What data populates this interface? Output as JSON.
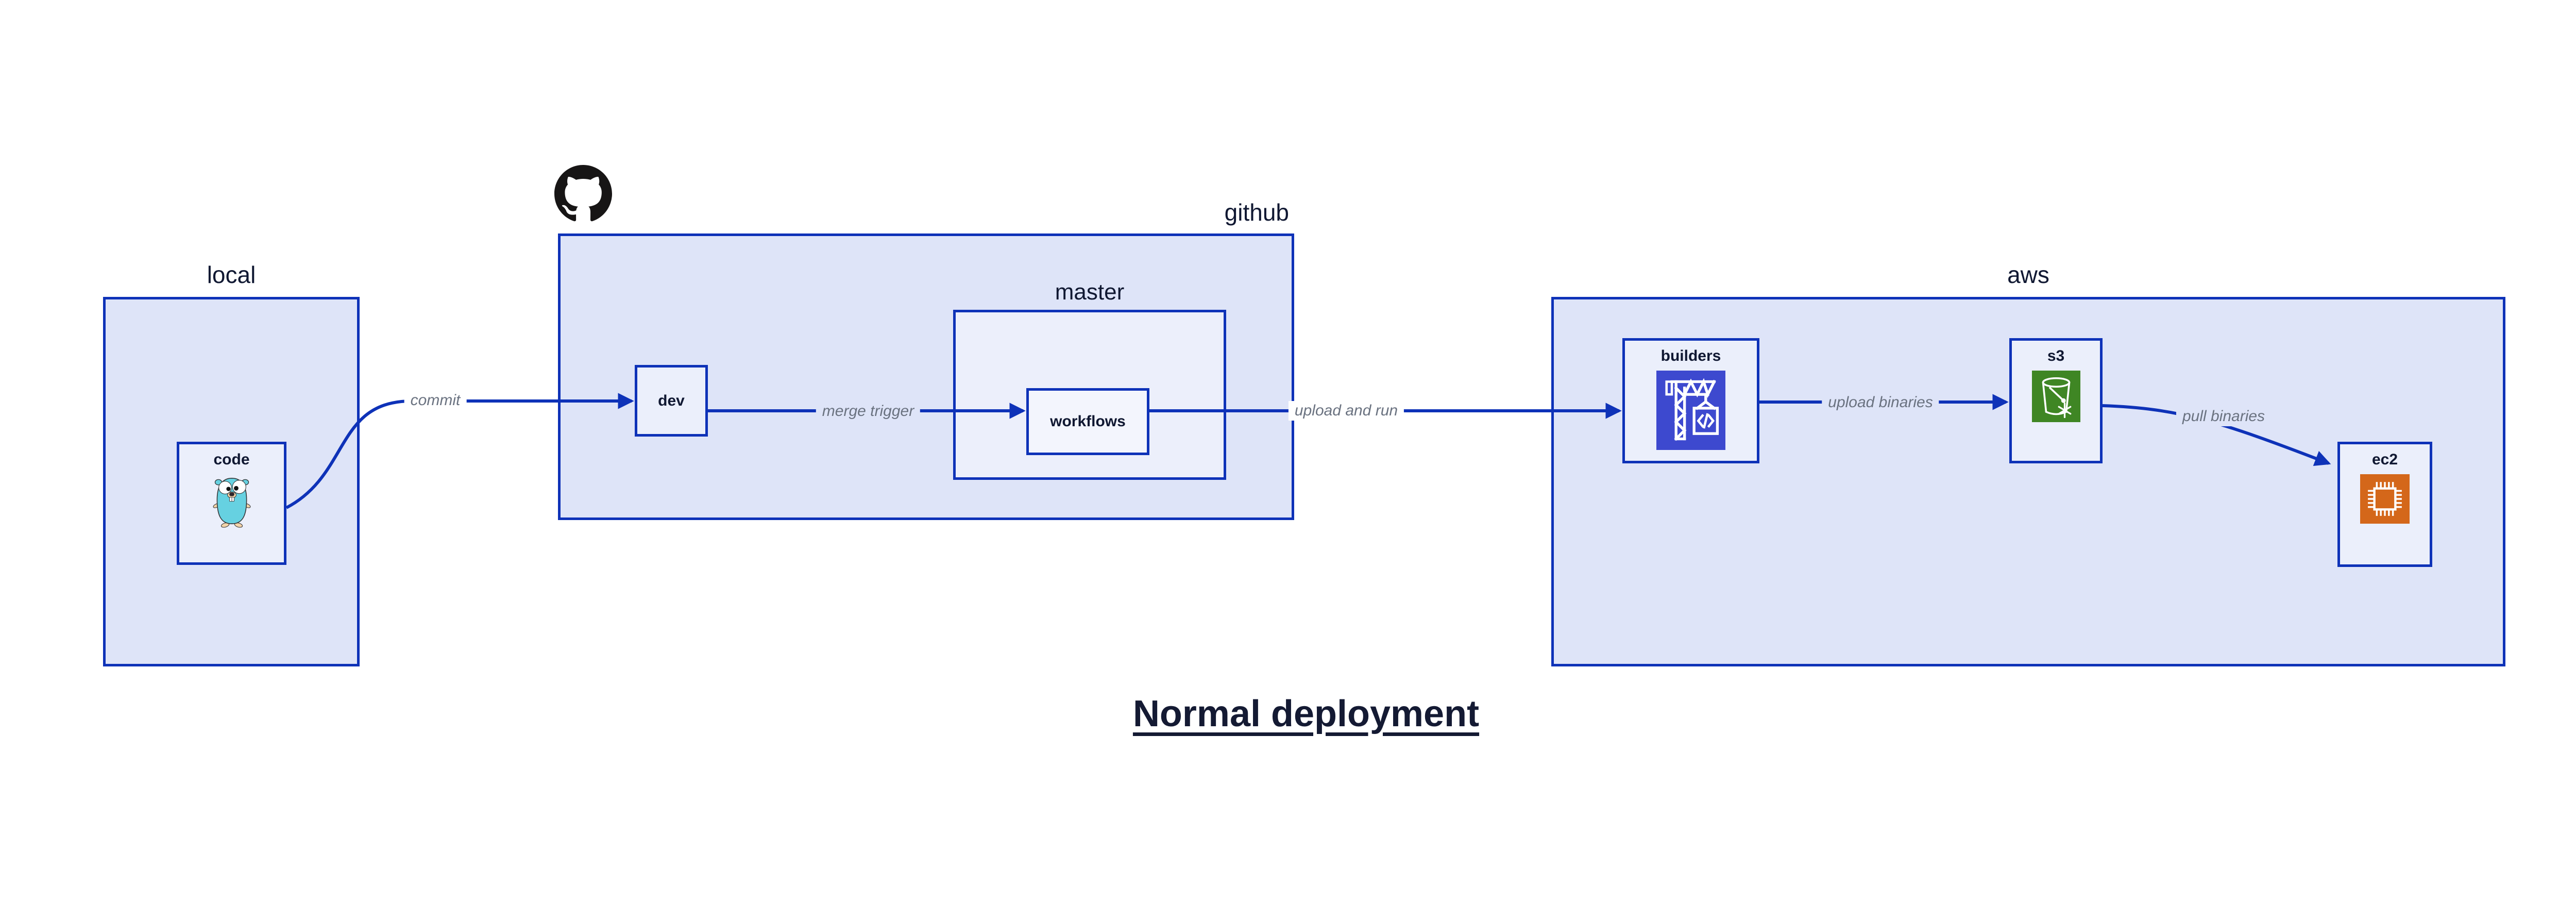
{
  "title": {
    "text": "Normal deployment"
  },
  "containers": {
    "local": {
      "label": "local"
    },
    "github": {
      "label": "github"
    },
    "master": {
      "label": "master"
    },
    "aws": {
      "label": "aws"
    }
  },
  "nodes": {
    "code": {
      "label": "code",
      "icon": "go-gopher-icon"
    },
    "dev": {
      "label": "dev"
    },
    "workflows": {
      "label": "workflows"
    },
    "builders": {
      "label": "builders",
      "icon": "codebuild-crane-icon",
      "icon_bg": "#3d49cf"
    },
    "s3": {
      "label": "s3",
      "icon": "s3-glacier-bucket-icon",
      "icon_bg": "#3f8624"
    },
    "ec2": {
      "label": "ec2",
      "icon": "ec2-chip-icon",
      "icon_bg": "#d4671a"
    }
  },
  "edges": {
    "commit": {
      "label": "commit",
      "from": "code",
      "to": "dev"
    },
    "merge_trigger": {
      "label": "merge trigger",
      "from": "dev",
      "to": "workflows"
    },
    "upload_and_run": {
      "label": "upload and run",
      "from": "workflows",
      "to": "builders"
    },
    "upload_binaries": {
      "label": "upload binaries",
      "from": "builders",
      "to": "s3"
    },
    "pull_binaries": {
      "label": "pull binaries",
      "from": "s3",
      "to": "ec2"
    }
  },
  "colors": {
    "line_blue": "#0e32b8",
    "container_fill": "#dee4f8",
    "master_fill": "#eceffb",
    "node_fill": "#ebeffb",
    "workflows_fill": "#f3f5fd",
    "label_navy": "#101832",
    "edge_label_gray": "#6a7280",
    "github_logo_black": "#171515",
    "builders_icon_indigo": "#3d49cf",
    "s3_icon_green": "#3f8624",
    "ec2_icon_orange": "#d4671a",
    "gopher_teal": "#66d1e1"
  }
}
